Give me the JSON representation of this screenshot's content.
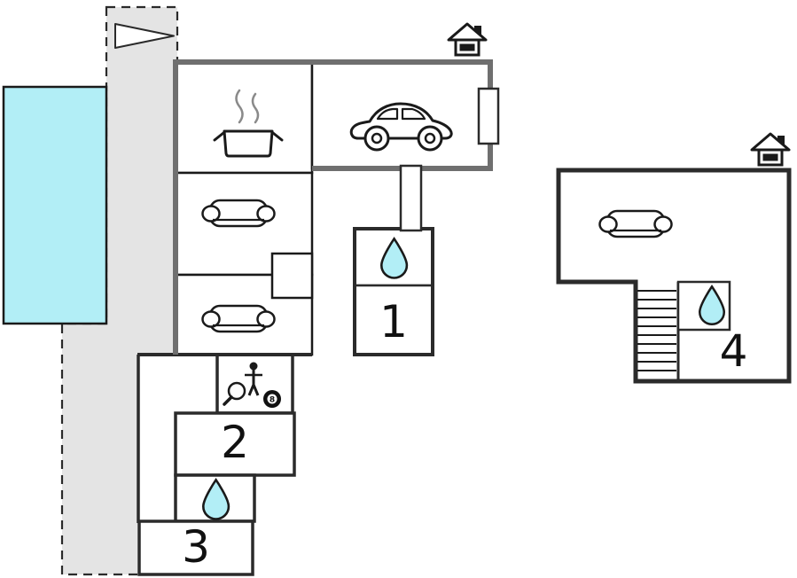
{
  "labels": {
    "bedroom1": "1",
    "bedroom2": "2",
    "bedroom3": "3",
    "bedroom4": "4",
    "billiard_ball": "8"
  },
  "colors": {
    "pool_fill": "#b2eef6",
    "water_drop_fill": "#b2eef6",
    "driveway_fill": "#e4e4e4",
    "exterior_wall": "#6f6f6f",
    "interior_wall": "#1a1a1a",
    "dark_wall": "#2b2b2b",
    "steam_gray": "#8a8a8a"
  },
  "icons": {
    "entrance_arrow": "right-arrow-triangle-icon",
    "main_house_marker": "house-icon",
    "annex_house_marker": "house-icon",
    "kitchen": "cooking-pot-with-steam-icon",
    "garage": "car-icon",
    "living_rooms": "sofa-icon",
    "bathrooms": "water-drop-icon",
    "game_room": [
      "person-icon",
      "table-tennis-paddle-icon",
      "billiard-8-ball-icon"
    ],
    "annex_stairs": "stairs",
    "pool": "swimming-pool"
  }
}
